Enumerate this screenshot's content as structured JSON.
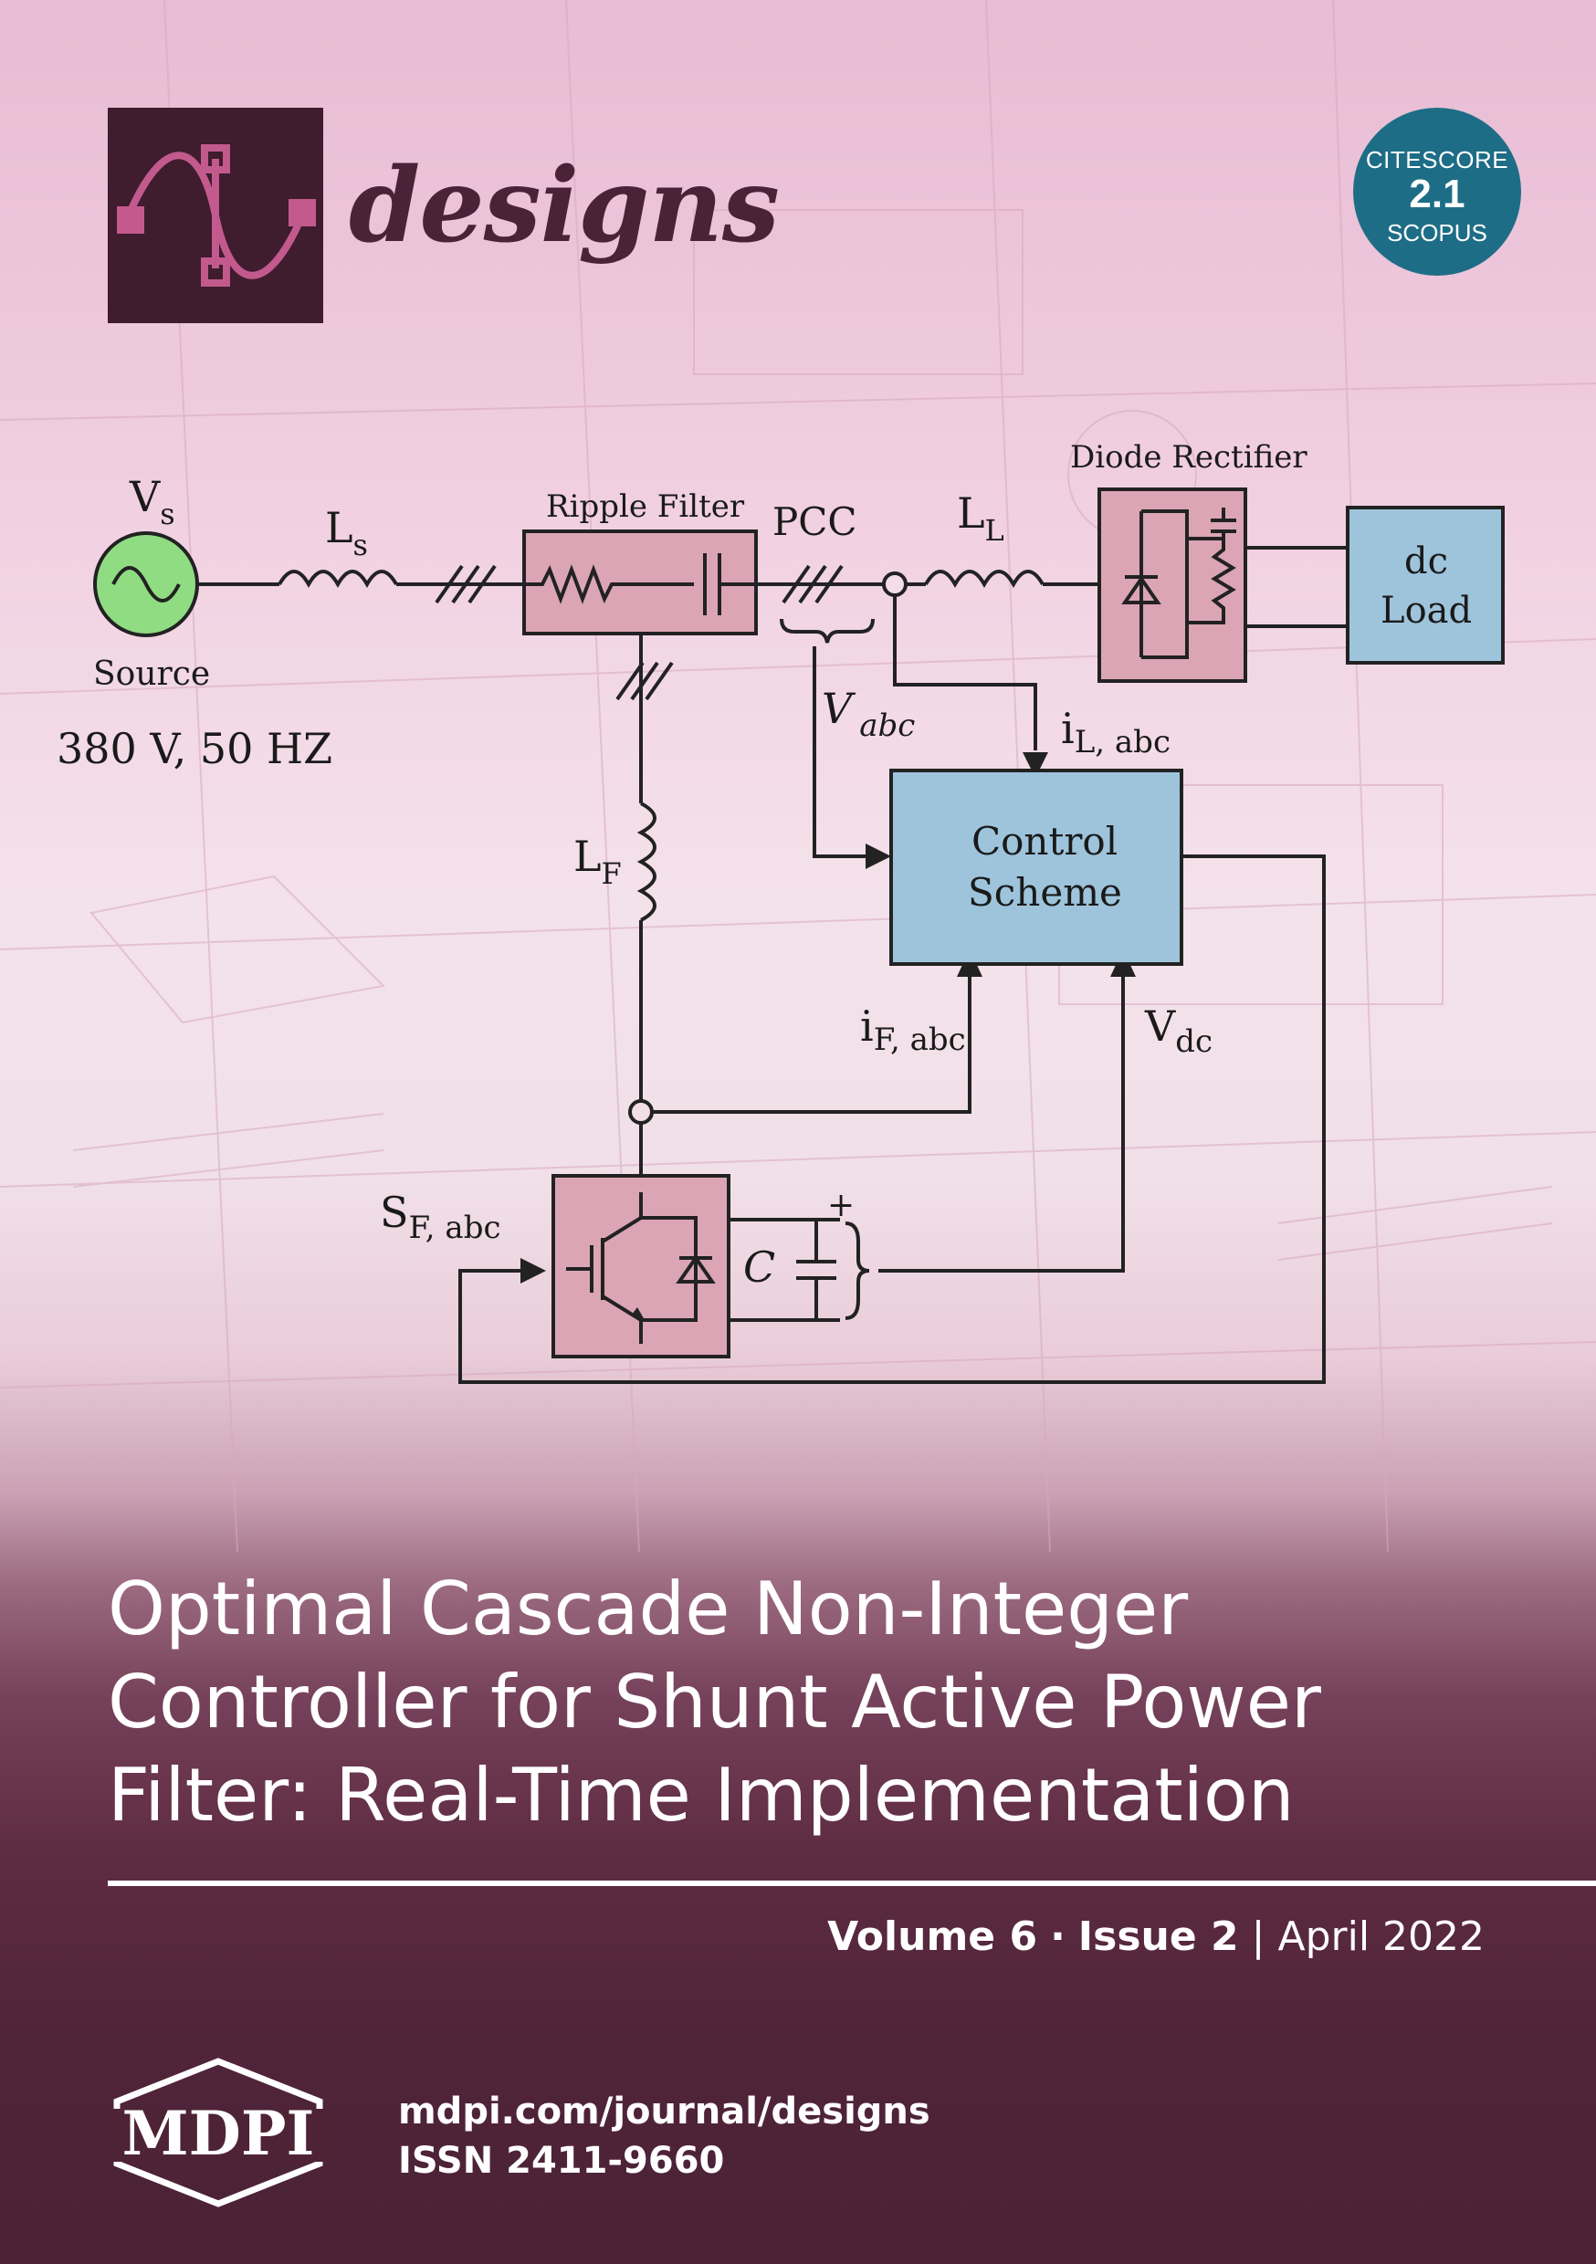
{
  "journal": {
    "name": "designs"
  },
  "badge": {
    "line1": "CITESCORE",
    "score": "2.1",
    "line3": "SCOPUS"
  },
  "diagram": {
    "source_symbol": "V",
    "source_symbol_sub": "s",
    "source_label": "Source",
    "source_rating": "380 V, 50 HZ",
    "ls_symbol": "L",
    "ls_sub": "s",
    "ripple_filter": "Ripple Filter",
    "pcc": "PCC",
    "ll_symbol": "L",
    "ll_sub": "L",
    "diode_rectifier": "Diode Rectifier",
    "load_line1": "dc",
    "load_line2": "Load",
    "vabc_symbol": "V",
    "vabc_sub": "abc",
    "il_symbol": "i",
    "il_sub": "L, abc",
    "control_line1": "Control",
    "control_line2": "Scheme",
    "lf_symbol": "L",
    "lf_sub": "F",
    "if_symbol": "i",
    "if_sub": "F, abc",
    "vdc_symbol": "V",
    "vdc_sub": "dc",
    "sf_symbol": "S",
    "sf_sub": "F, abc",
    "cap_label": "C",
    "plus": "+"
  },
  "title": {
    "line1": "Optimal Cascade Non-Integer",
    "line2": "Controller for Shunt Active Power",
    "line3": "Filter: Real-Time Implementation"
  },
  "issue": {
    "volume": "Volume 6",
    "separator": "·",
    "issue": "Issue 2",
    "bar": "|",
    "date": "April 2022"
  },
  "publisher": {
    "name": "MDPI",
    "url": "mdpi.com/journal/designs",
    "issn": "ISSN 2411-9660"
  },
  "colors": {
    "logo_bg": "#3f1c2e",
    "badge_bg": "#1e6d86",
    "pink_box": "#dba5b5",
    "blue_box": "#9ec4dc",
    "source_green": "#8fdc82",
    "bottom_band": "#4e2336"
  }
}
